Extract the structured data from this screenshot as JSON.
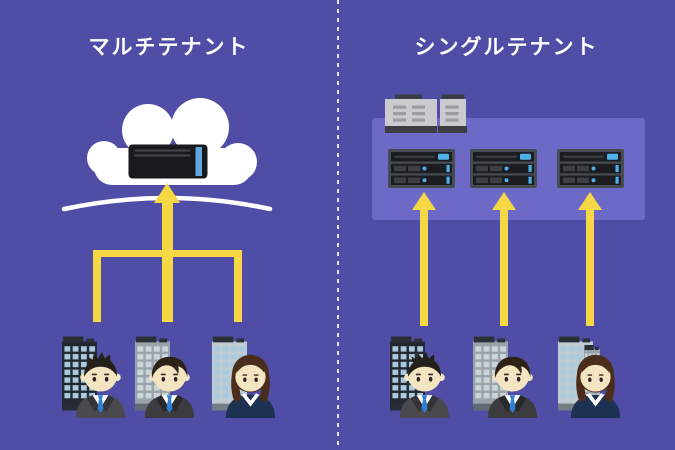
{
  "left": {
    "title": "マルチテナント",
    "icon": "cloud-server-icon",
    "arrow": "merged-up-arrow-icon",
    "tenants": [
      {
        "building": "office-building-dark-icon",
        "person": "businessman-spiky-hair-icon"
      },
      {
        "building": "office-building-gray-icon",
        "person": "businessman-swoosh-hair-icon"
      },
      {
        "building": "office-building-light-icon",
        "person": "businesswoman-icon"
      }
    ]
  },
  "right": {
    "title": "シングルテナント",
    "datacenter_icon": "datacenter-building-icon",
    "server_racks": [
      "server-rack-icon",
      "server-rack-icon",
      "server-rack-icon"
    ],
    "arrows": [
      "up-arrow-icon",
      "up-arrow-icon",
      "up-arrow-icon"
    ],
    "tenants": [
      {
        "building": "office-building-dark-icon",
        "person": "businessman-spiky-hair-icon"
      },
      {
        "building": "office-building-gray-icon",
        "person": "businessman-swoosh-hair-icon"
      },
      {
        "building": "office-building-light-icon",
        "person": "businesswoman-icon"
      }
    ]
  },
  "divider": "dashed-vertical-line",
  "colors": {
    "bg": "#4f4da5",
    "panel": "#6c6ac6",
    "arrow": "#f6d847",
    "title": "#ffffff",
    "cloud": "#ffffff",
    "server_body": "#1a1a1d",
    "server_line": "#45454a",
    "server_blue": "#5fa8dc",
    "rack_frame": "#474c52",
    "rack_slot": "#1b1d20",
    "rack_mid": "#3c4045",
    "rack_blue": "#4fb0e8",
    "dc_body": "#c9cbce",
    "dc_dark": "#3a3e44",
    "dc_vent": "#9a9da2",
    "skin": "#f3e4c2",
    "hair_black": "#26201a",
    "hair_dark": "#2e2115",
    "hair_brown": "#4a2d1b",
    "suit_a": "#4a494d",
    "suit_a_dark": "#343338",
    "suit_b": "#3c3b3e",
    "suit_b_dark": "#29282b",
    "suit_navy": "#1d3152",
    "tie": "#2d7fd6",
    "shirt": "#ffffff",
    "bldg_dark": "#242933",
    "bldg_gray": "#9aa2aa",
    "bldg_light": "#c0cad2",
    "win_blue": "#a9cbe0",
    "win_light": "#ccd5da",
    "cap": "#2b2f36"
  }
}
